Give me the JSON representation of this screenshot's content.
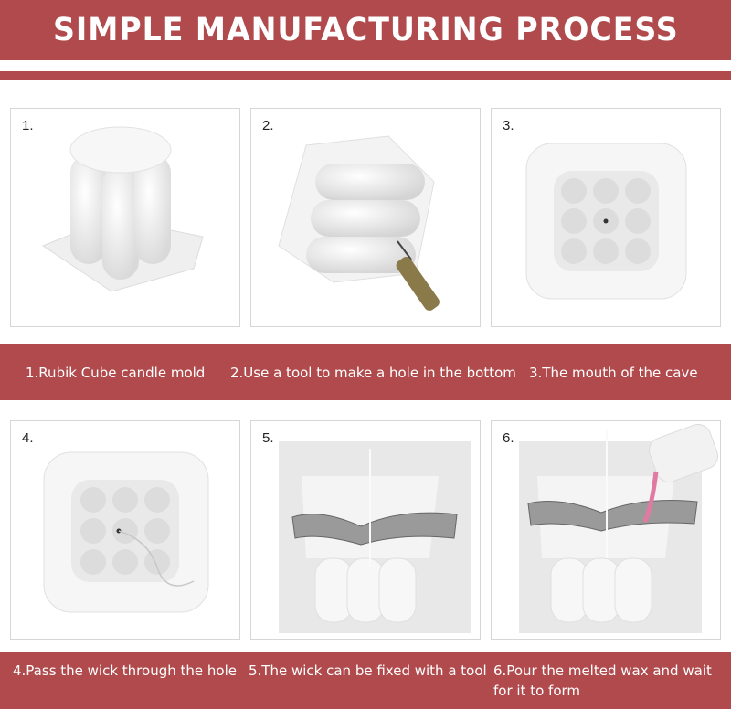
{
  "header": {
    "title": "SIMPLE MANUFACTURING PROCESS"
  },
  "steps": [
    {
      "number": "1.",
      "caption": "1.Rubik Cube candle mold"
    },
    {
      "number": "2.",
      "caption": "2.Use a tool to make a hole in the bottom"
    },
    {
      "number": "3.",
      "caption": "3.The mouth of the cave"
    },
    {
      "number": "4.",
      "caption": "4.Pass the wick through the hole"
    },
    {
      "number": "5.",
      "caption": "5.The wick can be fixed with a tool"
    },
    {
      "number": "6.",
      "caption": "6.Pour the melted wax and wait for it to form"
    }
  ],
  "colors": {
    "accent": "#b04a4c",
    "mold": "#f4f4f4"
  }
}
